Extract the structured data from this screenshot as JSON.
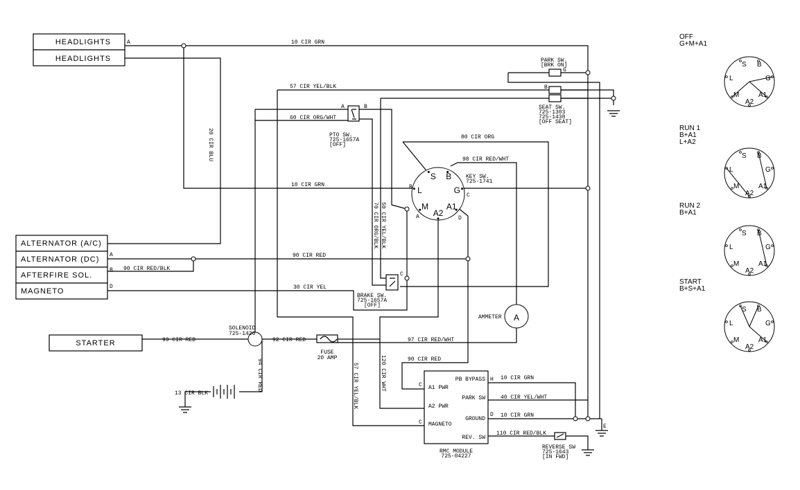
{
  "components": {
    "headlights_1": "HEADLIGHTS",
    "headlights_2": "HEADLIGHTS",
    "alternator_ac": "ALTERNATOR (A/C)",
    "alternator_dc": "ALTERNATOR (DC)",
    "afterfire": "AFTERFIRE SOL.",
    "magneto": "MAGNETO",
    "starter": "STARTER",
    "solenoid": [
      "SOLENOID",
      "725-1426"
    ],
    "fuse": [
      "FUSE",
      "20 AMP"
    ],
    "pto_sw": [
      "PTO SW.",
      "725-1657A",
      "[OFF]"
    ],
    "brake_sw": [
      "BRAKE SW.",
      "725-1657A",
      "[OFF]"
    ],
    "park_sw": [
      "PARK SW.",
      "[BRK ON]"
    ],
    "seat_sw": [
      "SEAT SW.",
      "725-1303",
      "725-1438",
      "[OFF SEAT]"
    ],
    "key_sw": [
      "KEY SW.",
      "725-1741"
    ],
    "ammeter": "AMMETER",
    "ammeter_symbol": "A",
    "reverse_sw": [
      "REVERSE SW",
      "725-1643",
      "[IN FWD]"
    ],
    "rmc": [
      "RMC MODULE",
      "725-04227"
    ],
    "rmc_pins": [
      "A1 PWR",
      "A2 PWR",
      "MAGNETO",
      "PB BYPASS",
      "PARK SW",
      "GROUND",
      "REV. SW"
    ]
  },
  "wires": {
    "w10_top": "10 CIR GRN",
    "w20": "20 CIR BLU",
    "w57": "57 CIR YEL/BLK",
    "w60": "60 CIR ORG/WHT",
    "w80": "80 CIR ORG",
    "w98": "98 CIR RED/WHT",
    "w10_mid": "10 CIR GRN",
    "w70": "70 CIR ORG/BLK",
    "w50": "50 CIR YEL/BLK",
    "w90_blk": "90 CIR RED/BLK",
    "w90": "90 CIR RED",
    "w30": "30 CIR YEL",
    "w93": "93 CIR RED",
    "w92": "92 CIR RED",
    "w97": "97 CIR RED/WHT",
    "w94": "94 CIR RED",
    "w13": "13 CIR BLK",
    "w57_low": "57 CIR YEL/BLK",
    "w120": "120 CIR WHT",
    "w90_low": "90 CIR RED",
    "w10_pb": "10 CIR GRN",
    "w40": "40 CIR YEL/WHT",
    "w10_gnd": "10 CIR GRN",
    "w110": "110 CIR RED/BLK"
  },
  "pin_letters": [
    "A",
    "A",
    "B",
    "D",
    "A",
    "B",
    "C",
    "G",
    "B",
    "B",
    "A",
    "C",
    "D",
    "C",
    "C",
    "H",
    "D",
    "E"
  ],
  "key_terminals": [
    "S",
    "B",
    "L",
    "G",
    "M",
    "A1",
    "A2"
  ],
  "key_positions": [
    {
      "title": "OFF",
      "combo": [
        "G+M+A1"
      ]
    },
    {
      "title": "RUN 1",
      "combo": [
        "B+A1",
        "L+A2"
      ]
    },
    {
      "title": "RUN 2",
      "combo": [
        "B+A1"
      ]
    },
    {
      "title": "START",
      "combo": [
        "B+S+A1"
      ]
    }
  ]
}
